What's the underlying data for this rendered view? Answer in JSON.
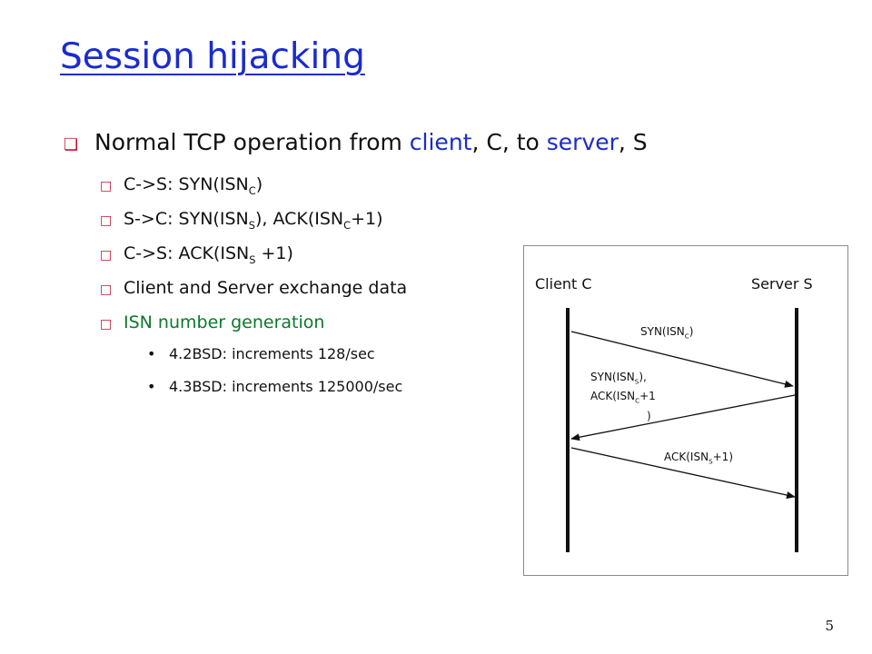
{
  "slide": {
    "title": "Session hijacking",
    "page_number": "5"
  },
  "bullets": {
    "main": {
      "prefix": "Normal TCP operation from ",
      "client_word": "client",
      "mid": ", C, to ",
      "server_word": "server",
      "suffix": ", S"
    },
    "steps": [
      {
        "a": "C->S: SYN(ISN",
        "sub1": "C",
        "b": ")",
        "sub2": "",
        "c": ""
      },
      {
        "a": "S->C: SYN(ISN",
        "sub1": "S",
        "b": "), ACK(ISN",
        "sub2": "C",
        "c": "+1)"
      },
      {
        "a": "C->S: ACK(ISN",
        "sub1": "S",
        "b": " +1)",
        "sub2": "",
        "c": ""
      },
      {
        "a": "Client and Server exchange data",
        "sub1": "",
        "b": "",
        "sub2": "",
        "c": ""
      }
    ],
    "isn": {
      "label": "ISN number generation",
      "items": [
        "4.2BSD: increments 128/sec",
        "4.3BSD: increments 125000/sec"
      ]
    }
  },
  "diagram": {
    "client_label": "Client C",
    "server_label": "Server S",
    "messages": [
      {
        "direction": "client-to-server",
        "a": "SYN(ISN",
        "sub1": "C",
        "b": ")"
      },
      {
        "direction": "server-to-client",
        "line1_a": "SYN(ISN",
        "line1_sub": "S",
        "line1_b": "),",
        "line2_a": "ACK(ISN",
        "line2_sub": "C",
        "line2_b": "+1",
        "line3": ")"
      },
      {
        "direction": "client-to-server",
        "a": "ACK(ISN",
        "sub1": "S",
        "b": "+1)"
      }
    ]
  },
  "colors": {
    "title": "#1a2ccc",
    "highlight": "#1a2ccc",
    "isn_label": "#0a7a2a",
    "bullet_marker": "#c8102e"
  },
  "icons": {
    "level1": "square-bullet-icon",
    "level2": "square-bullet-icon",
    "level3": "dot-bullet-icon"
  }
}
